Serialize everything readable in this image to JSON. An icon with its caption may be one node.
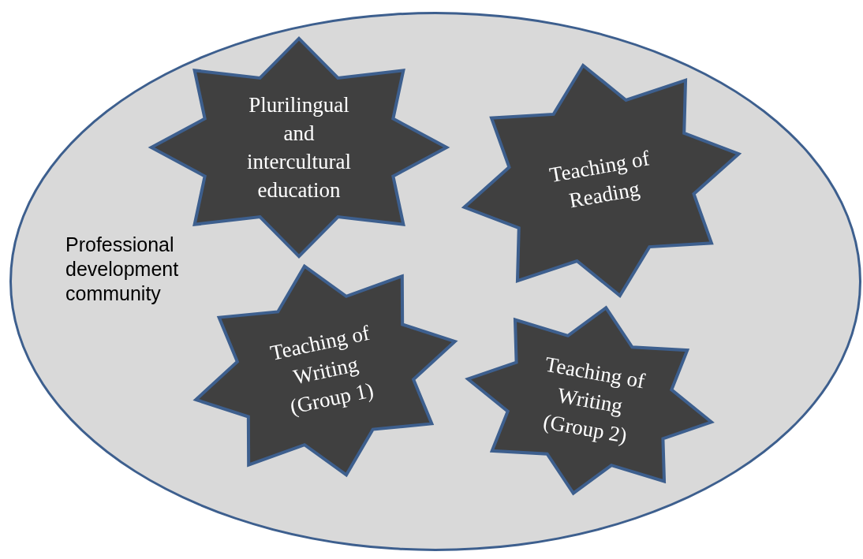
{
  "diagram": {
    "nodes": [
      {
        "text": [
          "Professional development community"
        ]
      },
      {
        "text": [
          "Plurilingual and intercultural education"
        ],
        "in": 0
      },
      {
        "text": [
          "Teaching of Reading"
        ],
        "in": 0
      },
      {
        "text": [
          "Teaching of Writing (Group 1)"
        ],
        "in": 0
      },
      {
        "text": [
          "Teaching of Writing (Group 2)"
        ],
        "in": 0
      }
    ]
  }
}
